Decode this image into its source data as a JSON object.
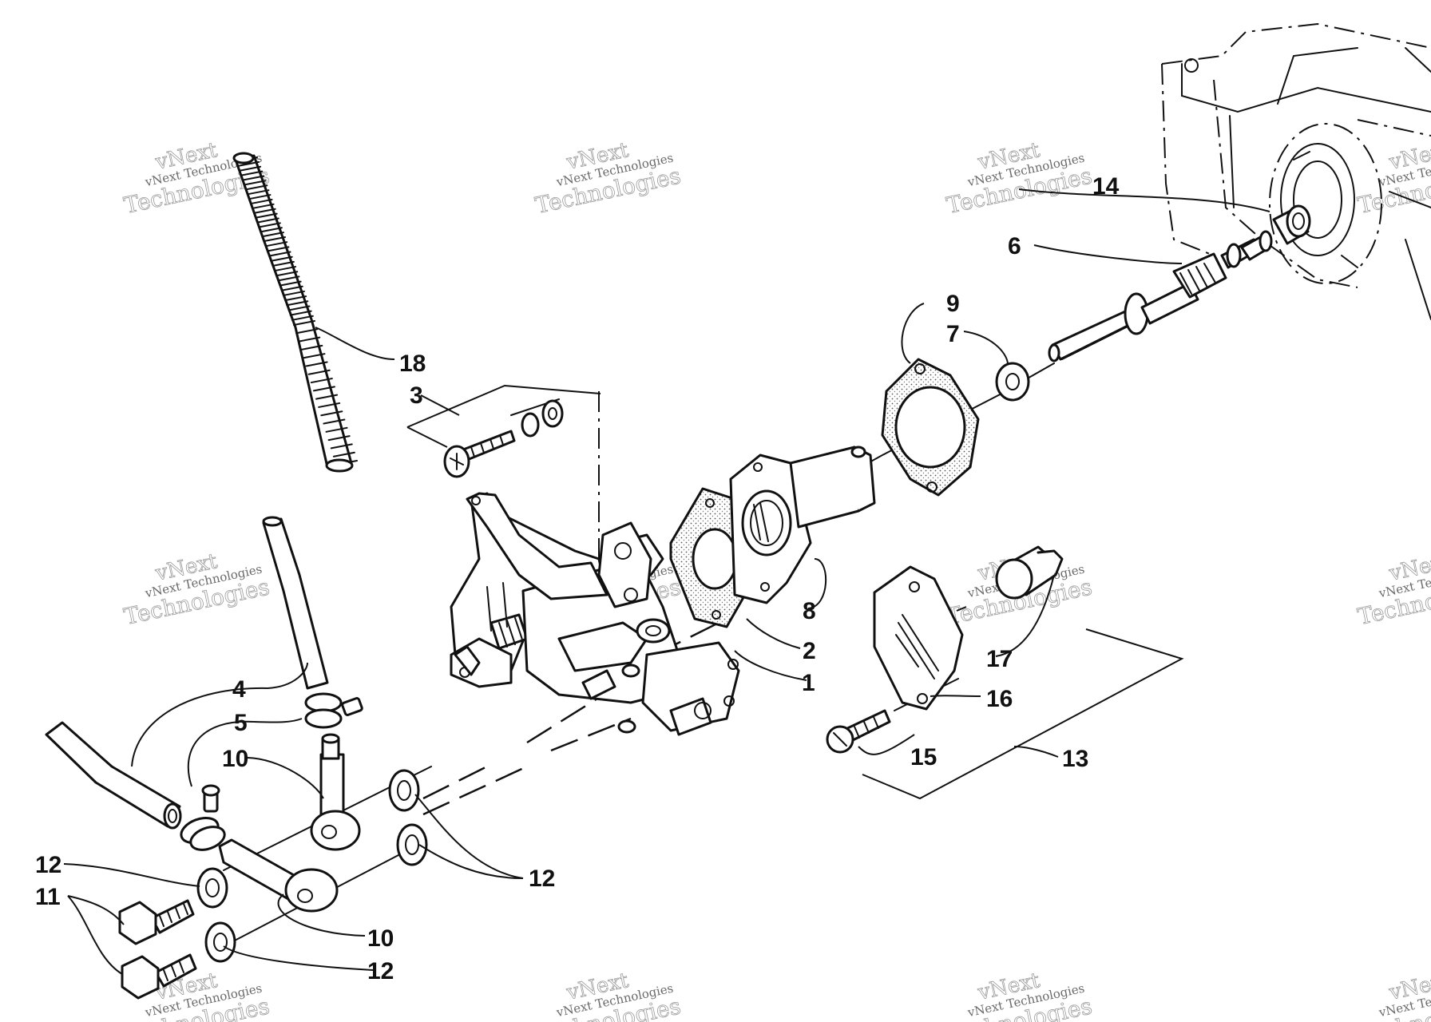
{
  "watermark": {
    "line1": "vNext",
    "line2": "vNext Technologies",
    "line3": "Technologies"
  },
  "callouts": {
    "c1": "1",
    "c2": "2",
    "c3": "3",
    "c4": "4",
    "c5": "5",
    "c6": "6",
    "c7": "7",
    "c8": "8",
    "c9": "9",
    "c10a": "10",
    "c10b": "10",
    "c11": "11",
    "c12a": "12",
    "c12b": "12",
    "c12c": "12",
    "c13": "13",
    "c14": "14",
    "c15": "15",
    "c16": "16",
    "c17": "17",
    "c18": "18"
  },
  "colors": {
    "ink": "#111111",
    "paper": "#ffffff",
    "watermark": "#9a9a9a"
  }
}
